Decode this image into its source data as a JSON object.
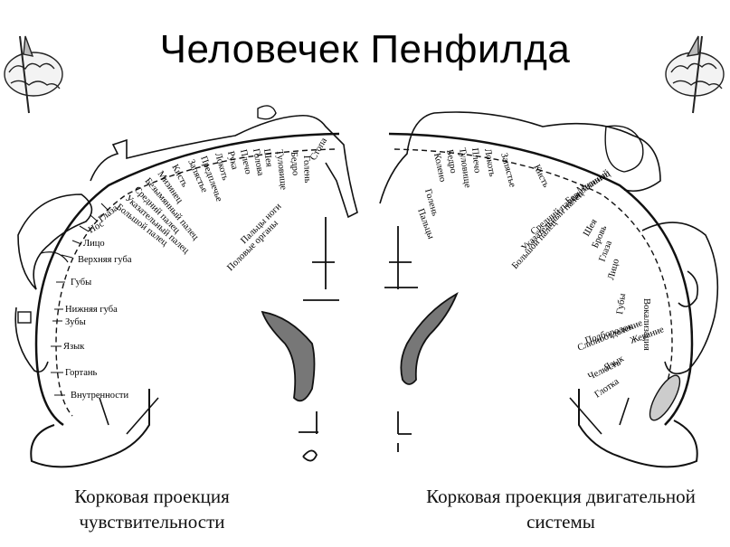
{
  "title": "Человечек Пенфилда",
  "captions": {
    "sensory": "Корковая проекция чувствительности",
    "motor": "Корковая проекция двигательной системы"
  },
  "sensory_labels": [
    "Внутренности",
    "Гортань",
    "Язык",
    "Зубы",
    "Нижняя губа",
    "Губы",
    "Верхняя губа",
    "Лицо",
    "Нос",
    "Глаза",
    "Большой палец",
    "Указательный палец",
    "Средний палец",
    "Безымянный палец",
    "Мизинец",
    "Кисть",
    "Запястье",
    "Предплечье",
    "Локоть",
    "Рука",
    "Плечо",
    "Голова",
    "Шея",
    "Туловище",
    "Бедро",
    "Голень",
    "Стопа",
    "Пальцы ноги",
    "Половые органы"
  ],
  "motor_labels": [
    "Пальцы",
    "Голень",
    "Колено",
    "Бедро",
    "Туловище",
    "Плечо",
    "Локоть",
    "Запястье",
    "Кисть",
    "Мизинец",
    "Безымянный",
    "Средний палец",
    "Указательный палец",
    "Большой палец",
    "Шея",
    "Бровь",
    "Глаза",
    "Лицо",
    "Губы",
    "Вокализация",
    "Жевание",
    "Слюноотделение",
    "Челюсть",
    "Язык",
    "Глотка",
    "Подбородок"
  ]
}
